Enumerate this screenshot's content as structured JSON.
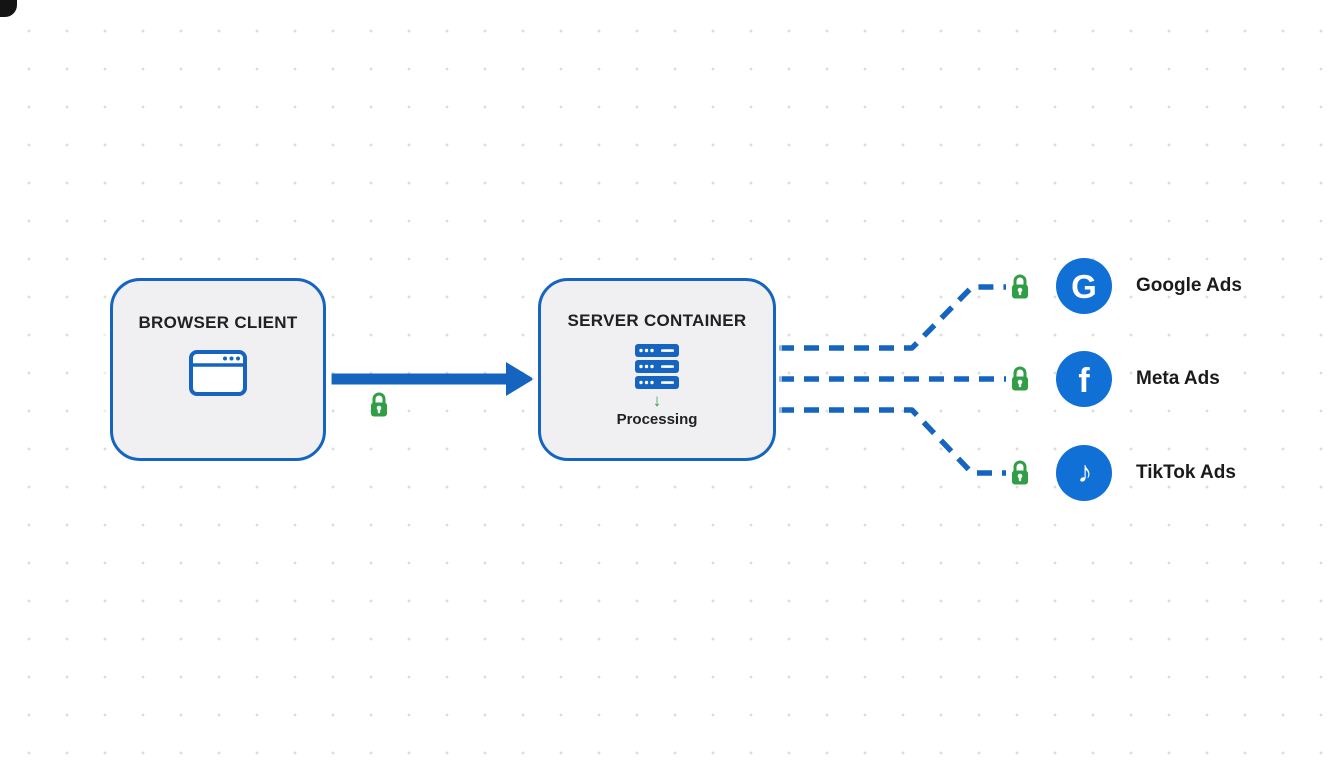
{
  "diagram": {
    "browser_client": {
      "title": "BROWSER CLIENT",
      "icon": "browser-window-icon"
    },
    "server_container": {
      "title": "SERVER CONTAINER",
      "icon": "server-stack-icon",
      "processing_arrow": "↓",
      "processing_label": "Processing"
    },
    "destinations": [
      {
        "label": "Google Ads",
        "icon": "google-icon",
        "glyph": "G"
      },
      {
        "label": "Meta Ads",
        "icon": "facebook-icon",
        "glyph": "f"
      },
      {
        "label": "TikTok Ads",
        "icon": "tiktok-icon",
        "glyph": "♪"
      }
    ],
    "colors": {
      "accent_blue": "#1565C0",
      "icon_circle_blue": "#1170D6",
      "lock_green": "#2f9e44",
      "box_fill": "#f0f0f2",
      "background": "#ffffff"
    }
  }
}
